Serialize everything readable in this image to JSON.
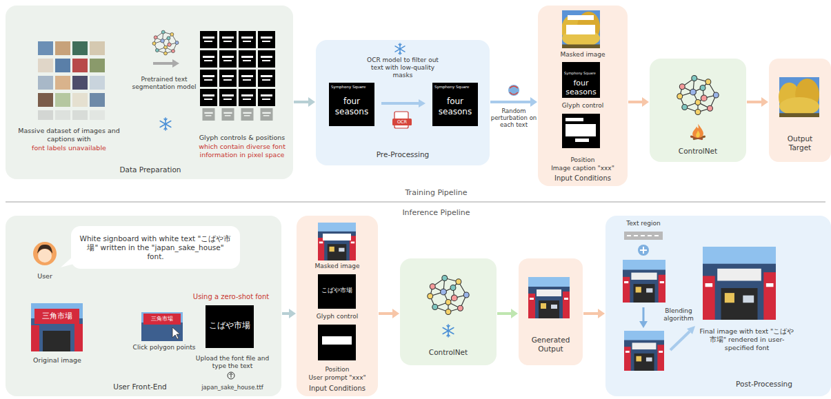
{
  "diagram": {
    "nodes": [
      {
        "text": [
          "Data Preparation",
          "Massive dataset of images and captions with",
          "font labels unavailable",
          "Pretrained text segmentation model",
          "Glyph controls & positions",
          "which contain diverse font information in pixel space"
        ]
      },
      {
        "text": [
          "Pre-Processing",
          "OCR model to filter out text with low-quality masks",
          "OCR",
          "Symphony Square",
          "four seasons",
          "Symphony Square",
          "four seasons"
        ]
      },
      {
        "text": [
          "Masked image",
          "Symphony Square",
          "four seasons",
          "Glyph control",
          "Position",
          "Image caption \"xxx\"",
          "Input Conditions"
        ]
      },
      {
        "text": [
          "ControlNet"
        ]
      },
      {
        "text": [
          "Output Target"
        ]
      },
      {
        "text": [
          "User Front-End",
          "User",
          "三角市場",
          "Original image",
          "三角市場",
          "Click polygon points",
          "Using a zero-shot font",
          "こばや市場",
          "Upload the font file and type the text",
          "japan_sake_house.ttf"
        ]
      },
      {
        "text": [
          "White signboard with white text \"こばや市場\" written in the \"japan_sake_house\" font."
        ],
        "in": 5
      },
      {
        "text": [
          "Masked image",
          "こばや市場",
          "Glyph control",
          "Position",
          "User prompt \"xxx\"",
          "Input Conditions"
        ]
      },
      {
        "text": [
          "ControlNet"
        ]
      },
      {
        "text": [
          "Generated Output"
        ]
      },
      {
        "text": [
          "Text region",
          "Blending algorithm",
          "Final image with text \"こばや市場\" rendered in user-specified font",
          "Post-Processing"
        ]
      }
    ],
    "edges": [
      {
        "from": 0,
        "to": 1,
        "arrow": "to"
      },
      {
        "from": 1,
        "to": 2,
        "arrow": "to",
        "label": "Random perturbation on each text"
      },
      {
        "from": 2,
        "to": 3,
        "arrow": "to"
      },
      {
        "from": 3,
        "to": 4,
        "arrow": "to"
      },
      {
        "from": 5,
        "to": 7,
        "arrow": "to"
      },
      {
        "from": 7,
        "to": 8,
        "arrow": "to"
      },
      {
        "from": 8,
        "to": 9,
        "arrow": "to"
      },
      {
        "from": 9,
        "to": 10,
        "arrow": "to"
      }
    ],
    "labels": [
      "Training Pipeline",
      "Inference Pipeline"
    ]
  }
}
